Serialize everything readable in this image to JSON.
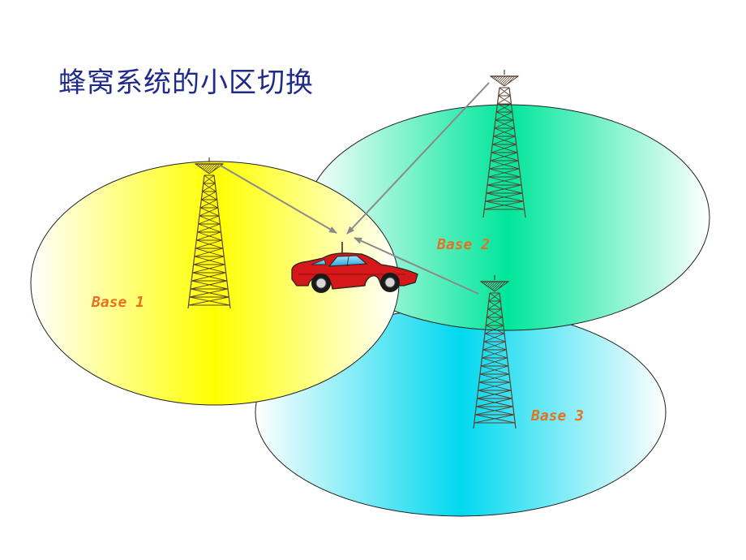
{
  "title": "蜂窝系统的小区切换",
  "base_stations": [
    {
      "label": "Base 1"
    },
    {
      "label": "Base 2"
    },
    {
      "label": "Base 3"
    }
  ],
  "colors": {
    "title": "#1f2a8a",
    "label": "#e8701f",
    "cell1": "#ffff00",
    "cell2": "#00e69a",
    "cell3": "#00d8ee",
    "car": "#d51919",
    "signal_arrow": "#8a8a8a"
  },
  "icons": [
    "tower-icon",
    "car-icon"
  ]
}
